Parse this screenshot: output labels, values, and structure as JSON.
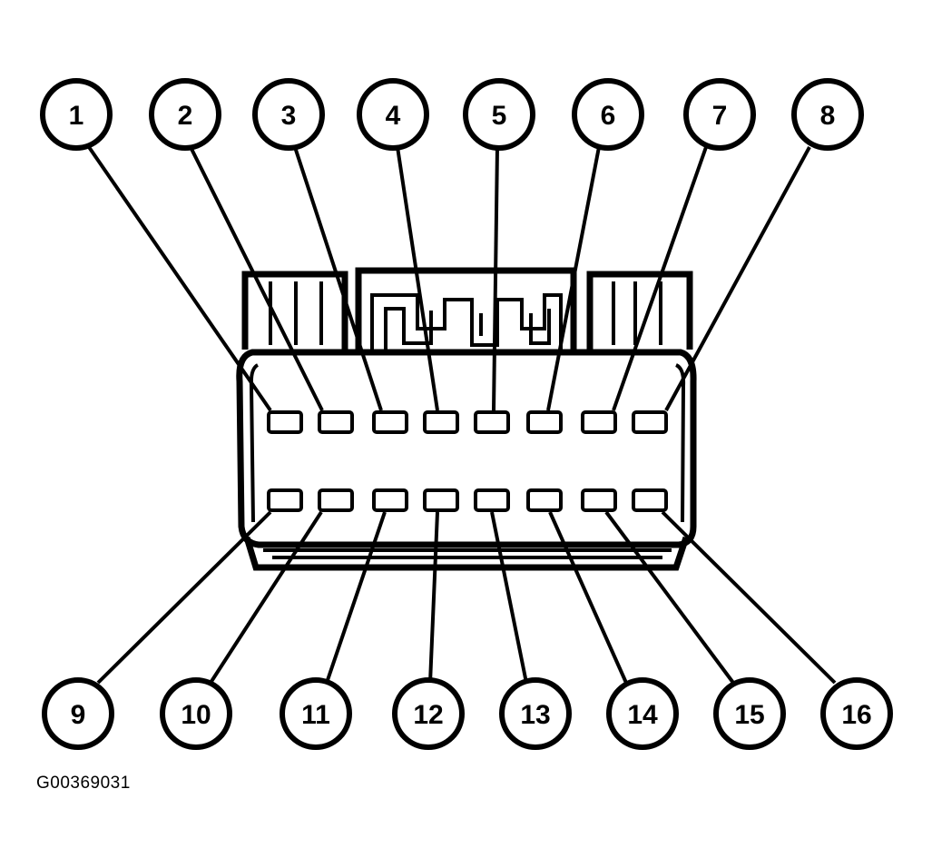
{
  "diagram": {
    "type": "connector-pinout",
    "top_row_pins": [
      "1",
      "2",
      "3",
      "4",
      "5",
      "6",
      "7",
      "8"
    ],
    "bottom_row_pins": [
      "9",
      "10",
      "11",
      "12",
      "13",
      "14",
      "15",
      "16"
    ],
    "line_color": "#000000",
    "background_color": "#ffffff"
  },
  "figure_id": "G00369031"
}
